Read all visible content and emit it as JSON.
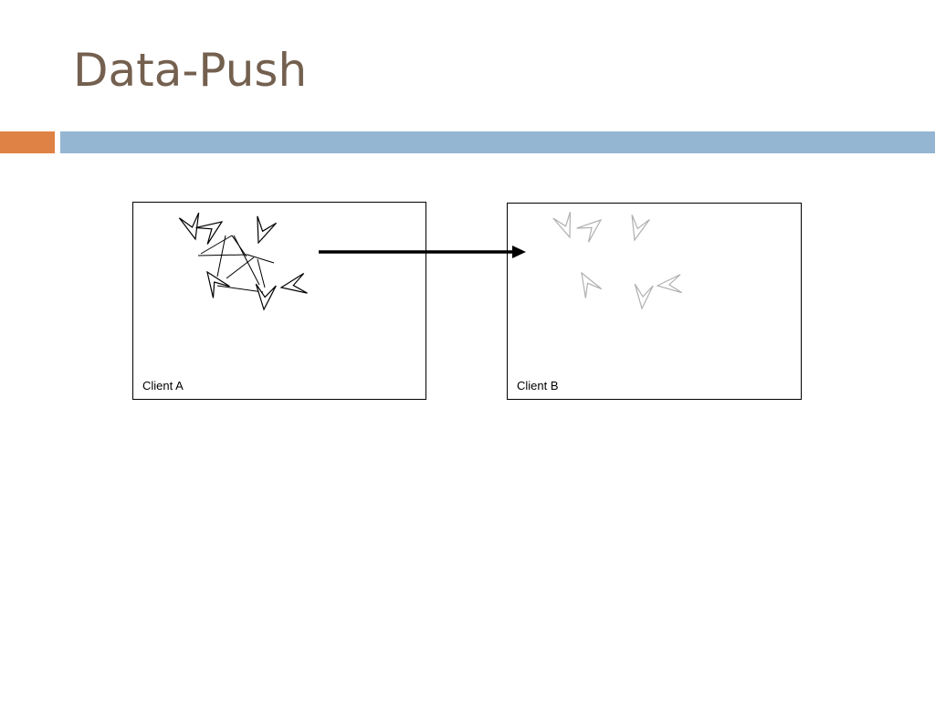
{
  "slide": {
    "title": "Data-Push",
    "colors": {
      "title": "#74604f",
      "accent_orange": "#df8245",
      "accent_blue": "#94b6d2"
    }
  },
  "diagram": {
    "client_a": {
      "label": "Client A",
      "shape_color": "#000000",
      "connections": true
    },
    "client_b": {
      "label": "Client B",
      "shape_color": "#b0b0b0",
      "connections": false
    },
    "arrow": {
      "from": "client_a",
      "to": "client_b"
    }
  }
}
